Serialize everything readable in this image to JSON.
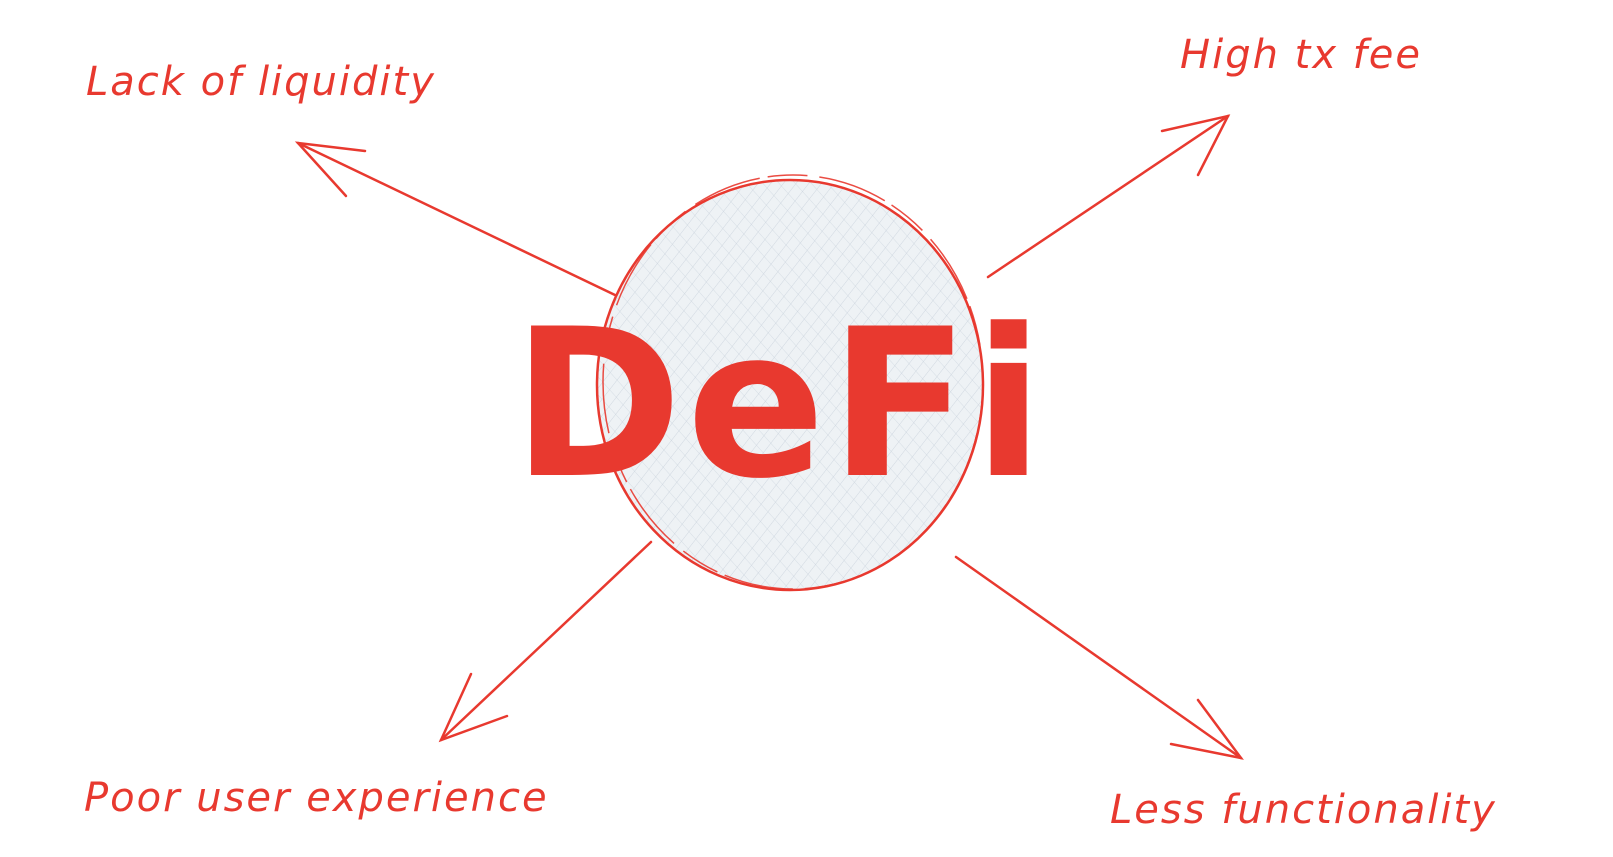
{
  "colors": {
    "accent": "#e8392f",
    "circle_fill": "#eef2f5",
    "hatch": "#c7d0da"
  },
  "center": {
    "title": "DeFi"
  },
  "branches": [
    {
      "label": "Lack of liquidity"
    },
    {
      "label": "High tx fee"
    },
    {
      "label": "Poor user experience"
    },
    {
      "label": "Less functionality"
    }
  ]
}
